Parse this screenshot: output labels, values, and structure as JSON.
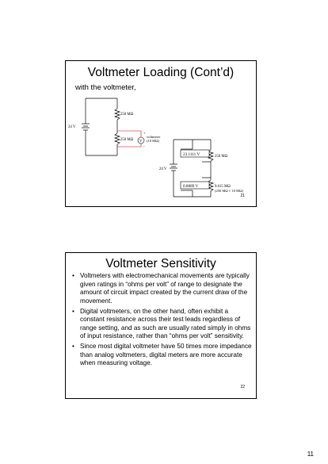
{
  "slides": [
    {
      "title": "Voltmeter Loading (Cont’d)",
      "subtitle": "with the voltmeter,",
      "number": "21",
      "circuit": {
        "source_label": "24 V",
        "r1_label": "250 MΩ",
        "r2_label": "250 MΩ",
        "meter_symbol": "V",
        "meter_label_1": "voltmeter",
        "meter_label_2": "(10 MΩ)",
        "plus": "+",
        "minus": "-",
        "source2_label": "24 V",
        "reading_top": "23.1111 V",
        "reading_bottom": "0.8889 V",
        "r3_label": "250 MΩ",
        "r4_label_1": "9.615 MΩ",
        "r4_label_2": "(250 MΩ // 10 MΩ)"
      }
    },
    {
      "title": "Voltmeter Sensitivity",
      "number": "22",
      "bullets": [
        "Voltmeters with electromechanical movements are typically given ratings in “ohms per volt” of range to designate the amount of circuit impact created by the current draw of the movement.",
        "Digital voltmeters, on the other hand, often exhibit a constant resistance across their test leads regardless of range setting, and as such are usually rated simply in ohms of input resistance, rather than “ohms per volt” sensitivity.",
        "Since most digital voltmeter have 50 times more impedance than analog voltmeters, digital meters are more accurate when measuring voltage."
      ]
    }
  ],
  "bullet_glyph": "•",
  "page_number": "11",
  "colors": {
    "meter_wire": "#cc0000"
  }
}
